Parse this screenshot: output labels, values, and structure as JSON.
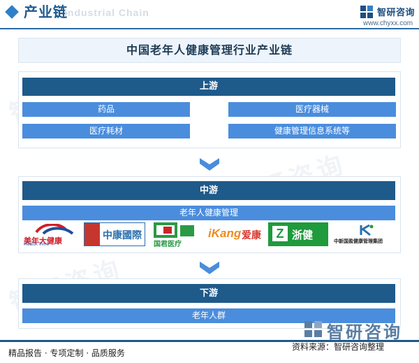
{
  "header": {
    "title": "产业链",
    "watermark_en": "Industrial Chain",
    "brand_name": "智研咨询",
    "brand_url": "www.chyxx.com"
  },
  "diagram": {
    "title": "中国老年人健康管理行业产业链",
    "upstream": {
      "label": "上游",
      "items": [
        "药品",
        "医疗器械",
        "医疗耗材",
        "健康管理信息系统等"
      ]
    },
    "midstream": {
      "label": "中游",
      "item": "老年人健康管理",
      "logos": [
        {
          "name": "美年大健康",
          "sub": "Health Time",
          "icon": "meinian-logo"
        },
        {
          "name": "中康國際",
          "icon": "zhongkang-logo"
        },
        {
          "name": "国君医疗",
          "icon": "guojun-logo"
        },
        {
          "name_en": "iKang",
          "name_cn": "爱康",
          "icon": "ikang-logo"
        },
        {
          "name": "浙健",
          "icon": "zhejian-logo"
        },
        {
          "name": "中新国盈健康管理集团",
          "icon": "zhongxin-logo"
        }
      ]
    },
    "downstream": {
      "label": "下游",
      "item": "老年人群"
    }
  },
  "footer": {
    "left": "精品报告 · 专项定制 · 品质服务",
    "right": "资料来源：智研咨询整理",
    "brand_big": "智研咨询"
  },
  "watermark": "智研咨询",
  "colors": {
    "stage_bar": "#1e5a8a",
    "item_bar": "#4a8ddd",
    "arrow": "#4a8ddd",
    "accent": "#2f80c8"
  }
}
